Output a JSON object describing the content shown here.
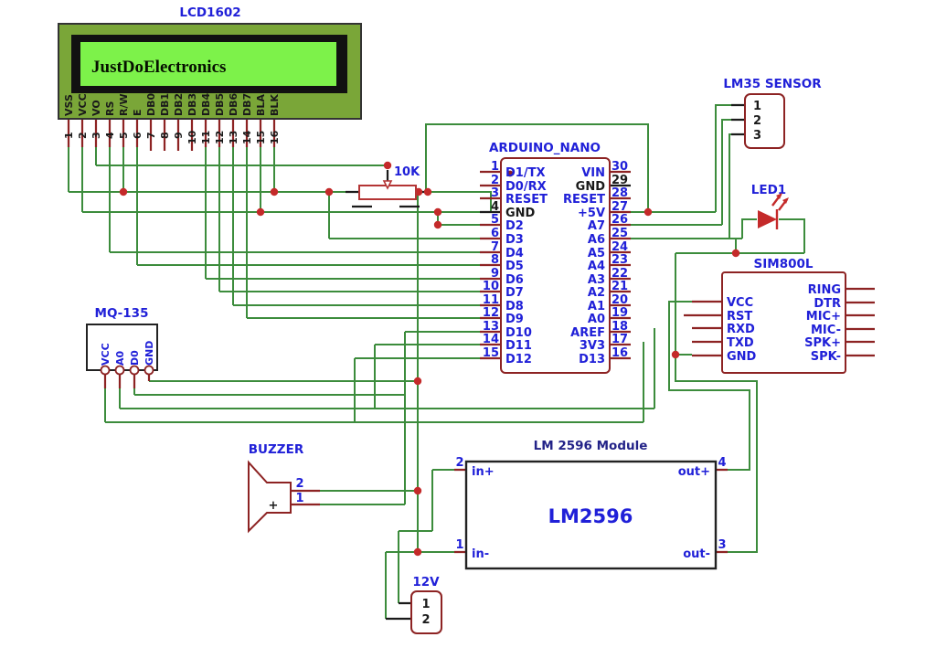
{
  "lcd": {
    "title": "LCD1602",
    "display_text": "JustDoElectronics",
    "pins": [
      "VSS",
      "VCC",
      "VO",
      "RS",
      "R/W",
      "E",
      "DB0",
      "DB1",
      "DB2",
      "DB3",
      "DB4",
      "DB5",
      "DB6",
      "DB7",
      "BLA",
      "BLK"
    ],
    "nums": [
      "1",
      "2",
      "3",
      "4",
      "5",
      "6",
      "7",
      "8",
      "9",
      "10",
      "11",
      "12",
      "13",
      "14",
      "15",
      "16"
    ]
  },
  "pot": {
    "label": "10K"
  },
  "arduino": {
    "title": "ARDUINO_NANO",
    "lnum": [
      "1",
      "2",
      "3",
      "4",
      "5",
      "6",
      "7",
      "8",
      "9",
      "10",
      "11",
      "12",
      "13",
      "14",
      "15"
    ],
    "llab": [
      "D1/TX",
      "D0/RX",
      "RESET",
      "GND",
      "D2",
      "D3",
      "D4",
      "D5",
      "D6",
      "D7",
      "D8",
      "D9",
      "D10",
      "D11",
      "D12"
    ],
    "rnum": [
      "30",
      "29",
      "28",
      "27",
      "26",
      "25",
      "24",
      "23",
      "22",
      "21",
      "20",
      "19",
      "18",
      "17",
      "16"
    ],
    "rlab": [
      "VIN",
      "GND",
      "RESET",
      "+5V",
      "A7",
      "A6",
      "A5",
      "A4",
      "A3",
      "A2",
      "A1",
      "A0",
      "AREF",
      "3V3",
      "D13"
    ]
  },
  "mq135": {
    "title": "MQ-135",
    "pins": [
      "VCC",
      "A0",
      "D0",
      "GND"
    ]
  },
  "buzzer": {
    "title": "BUZZER",
    "pin2": "2",
    "pin1": "1",
    "plus": "+"
  },
  "lm35": {
    "title": "LM35 SENSOR",
    "pins": [
      "1",
      "2",
      "3"
    ]
  },
  "led": {
    "title": "LED1"
  },
  "sim800l": {
    "title": "SIM800L",
    "l": [
      "VCC",
      "RST",
      "RXD",
      "TXD",
      "GND"
    ],
    "r": [
      "RING",
      "DTR",
      "MIC+",
      "MIC-",
      "SPK+",
      "SPK-"
    ]
  },
  "lm2596": {
    "title": "LM 2596 Module",
    "name": "LM2596",
    "in_plus": "in+",
    "in_minus": "in-",
    "out_plus": "out+",
    "out_minus": "out-",
    "n_in_plus": "2",
    "n_in_minus": "1",
    "n_out_plus": "4",
    "n_out_minus": "3"
  },
  "v12": {
    "title": "12V",
    "pins": [
      "1",
      "2"
    ]
  },
  "colors": {
    "wire_green": "#3c8c3c",
    "stub_red": "#8d2323",
    "label_blue": "#2020d8",
    "junction_red": "#c42a2a",
    "lcd_body_green": "#7aa638",
    "lcd_display_green": "#7df24a"
  }
}
